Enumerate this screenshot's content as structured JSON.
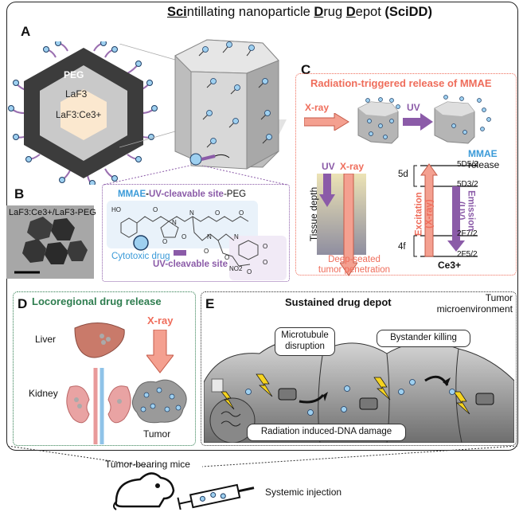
{
  "title": {
    "part1_u": "Sci",
    "part2": "ntillating nanoparticle ",
    "part3_u": "D",
    "part4": "rug ",
    "part5_u": "D",
    "part6": "epot ",
    "part7": "(SciDD)"
  },
  "panel_a": {
    "letter": "A",
    "layers": [
      "PEG",
      "LaF3",
      "LaF3:Ce3+"
    ]
  },
  "panel_b": {
    "letter": "B",
    "caption": "LaF3:Ce3+/LaF3-PEG"
  },
  "molecule": {
    "title_mmae": "MMAE",
    "title_sep1": "-",
    "title_uv": "UV-cleavable site",
    "title_sep2": "-PEG",
    "cytotoxic": "Cytotoxic drug",
    "uv_site": "UV-cleavable site",
    "atoms": [
      "HO",
      "O",
      "O",
      "N",
      "N",
      "N",
      "N",
      "O",
      "O",
      "O",
      "O",
      "O",
      "O",
      "NO2",
      "O",
      "O"
    ]
  },
  "panel_c": {
    "letter": "C",
    "title": "Radiation-triggered release of MMAE",
    "xray": "X-ray",
    "uv": "UV",
    "mmae": "MMAE",
    "release": "release",
    "uv2": "UV",
    "xray2": "X-ray",
    "tissue_depth": "Tissue depth",
    "deep1": "Deep-seated",
    "deep2": "tumor penetration",
    "level_5d": "5d",
    "level_4f": "4f",
    "d52": "5D5/2",
    "d32": "5D3/2",
    "f72": "2F7/2",
    "f52": "2F5/2",
    "excitation1": "Excitation",
    "excitation2": "(X-ray)",
    "emission1": "Emission",
    "emission2": "(UV)",
    "ce": "Ce3+"
  },
  "panel_d": {
    "letter": "D",
    "title": "Locoregional drug release",
    "liver": "Liver",
    "kidney": "Kidney",
    "xray": "X-ray",
    "tumor": "Tumor"
  },
  "panel_e": {
    "letter": "E",
    "title": "Sustained drug depot",
    "env1": "Tumor",
    "env2": "microenvironment",
    "microtubule1": "Microtubule",
    "microtubule2": "disruption",
    "bystander": "Bystander killing",
    "dna": "Radiation induced-DNA damage"
  },
  "bottom": {
    "mice": "Tumor-bearing mice",
    "injection": "Systemic injection"
  },
  "colors": {
    "red": "#ef6d5b",
    "purple": "#8b5ba8",
    "blue": "#3a9ad8",
    "green": "#2e7d4f",
    "particle": "#9ed0f0"
  }
}
